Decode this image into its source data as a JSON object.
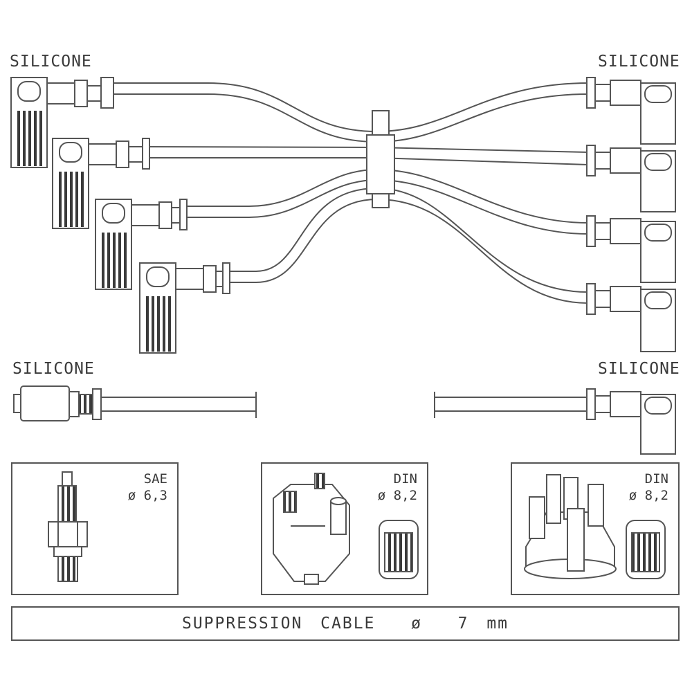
{
  "labels": {
    "top_left": "SILICONE",
    "top_right": "SILICONE",
    "mid_left": "SILICONE",
    "mid_right": "SILICONE"
  },
  "panels": {
    "spark_plug": {
      "standard": "SAE",
      "diameter": "ø 6,3"
    },
    "distributor_side": {
      "standard": "DIN",
      "diameter": "ø 8,2"
    },
    "distributor_cap": {
      "standard": "DIN",
      "diameter": "ø 8,2"
    }
  },
  "footer": {
    "text": "SUPPRESSION CABLE  ø  7 mm"
  }
}
